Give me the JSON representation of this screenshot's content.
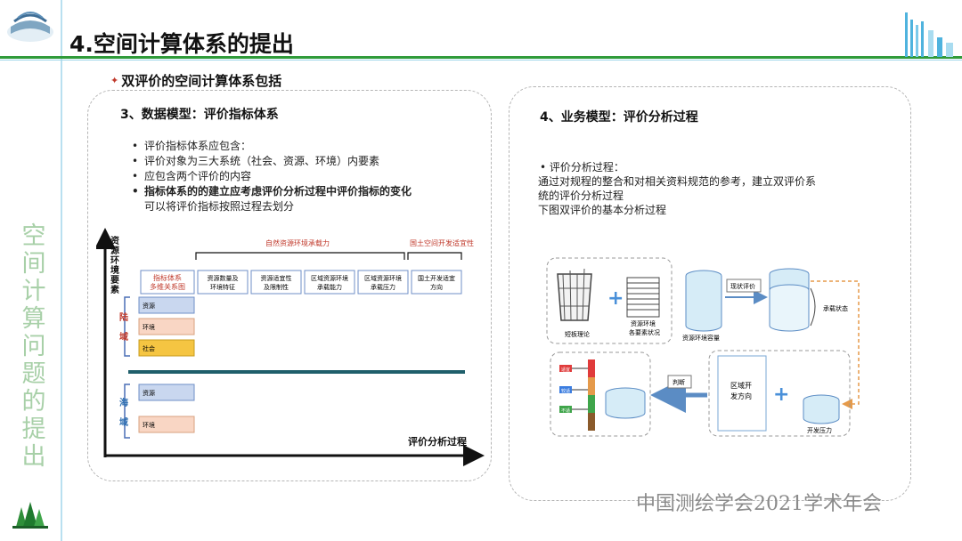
{
  "title": "4.空间计算体系的提出",
  "vertical_title": [
    "空",
    "间",
    "计",
    "算",
    "问",
    "题",
    "的",
    "提",
    "出"
  ],
  "subtitle": "双评价的空间计算体系包括",
  "left_panel": {
    "heading": "3、数据模型：评价指标体系",
    "bullets": [
      {
        "text": "评价指标体系应包含：",
        "bold": false,
        "dot": true
      },
      {
        "text": "评价对象为三大系统（社会、资源、环境）内要素",
        "bold": false,
        "dot": true
      },
      {
        "text": "应包含两个评价的内容",
        "bold": false,
        "dot": true
      },
      {
        "text": "指标体系的的建立应考虑评价分析过程中评价指标的变化",
        "bold": true,
        "dot": true
      },
      {
        "text": "可以将评价指标按照过程去划分",
        "bold": false,
        "dot": false
      }
    ],
    "diagram": {
      "y_axis_label": "资源环境要素",
      "x_axis_label": "评价分析过程",
      "group_label_1": "自然资源环境承载力",
      "group_label_2": "国土空间开发适宜性",
      "header_cell_1": "指标体系",
      "header_cell_1b": "多维关系图",
      "columns": [
        [
          "资源数量及",
          "环境特征"
        ],
        [
          "资源适宜性",
          "及限制性"
        ],
        [
          "区域资源环境",
          "承载能力"
        ],
        [
          "区域资源环境",
          "承载压力"
        ],
        [
          "国土开发适宜",
          "方向"
        ]
      ],
      "land_label": "陆域",
      "sea_label": "海域",
      "land_rows": [
        "资源",
        "环境",
        "社会"
      ],
      "sea_rows": [
        "资源",
        "环境"
      ]
    }
  },
  "right_panel": {
    "heading": "4、业务模型：评价分析过程",
    "lines": [
      "•  评价分析过程：",
      "通过对规程的整合和对相关资料规范的参考，建立双评价系",
      "统的评价分析过程",
      "下图双评价的基本分析过程"
    ],
    "diagram": {
      "bucket_label": "短板理论",
      "stack_label_1": "资源环境",
      "stack_label_2": "各要素状况",
      "cyl1_label": "资源环境容量",
      "status_eval": "现状评价",
      "bearing_state": "承载状态",
      "judge": "判断",
      "region_dir_1": "区域开",
      "region_dir_2": "发方向",
      "dev_pressure": "开发压力",
      "tags": [
        "适宜",
        "较适",
        "不适"
      ]
    }
  },
  "footer": "中国测绘学会2021学术年会",
  "colors": {
    "green_rule": "#2f9b3a",
    "blue_light": "#b9e0f0",
    "resource_fill": "#c9d7ef",
    "env_fill": "#f9d6c4",
    "social_fill": "#f5c542",
    "sea_line": "#1f5f6b",
    "red_text": "#c0392b",
    "cylinder_fill": "#d6ecf7"
  }
}
